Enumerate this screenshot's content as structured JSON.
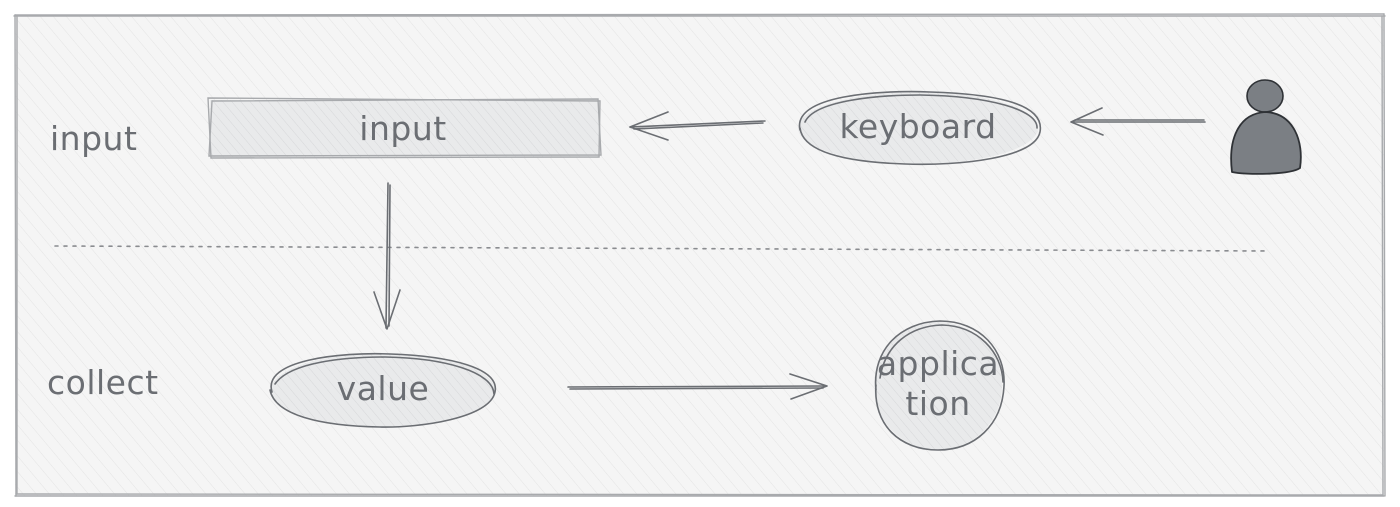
{
  "lanes": {
    "top_label": "input",
    "bottom_label": "collect"
  },
  "nodes": {
    "input_box": "input",
    "keyboard": "keyboard",
    "value": "value",
    "application_line1": "applica",
    "application_line2": "tion"
  },
  "icons": {
    "user": "person-icon"
  },
  "colors": {
    "frame_fill": "#f4f4f4",
    "frame_stroke": "#c9c9c9",
    "node_fill": "#e8e9ea",
    "stroke": "#6b6e73",
    "person_fill": "#7b7f84",
    "divider": "#8a8c90"
  }
}
